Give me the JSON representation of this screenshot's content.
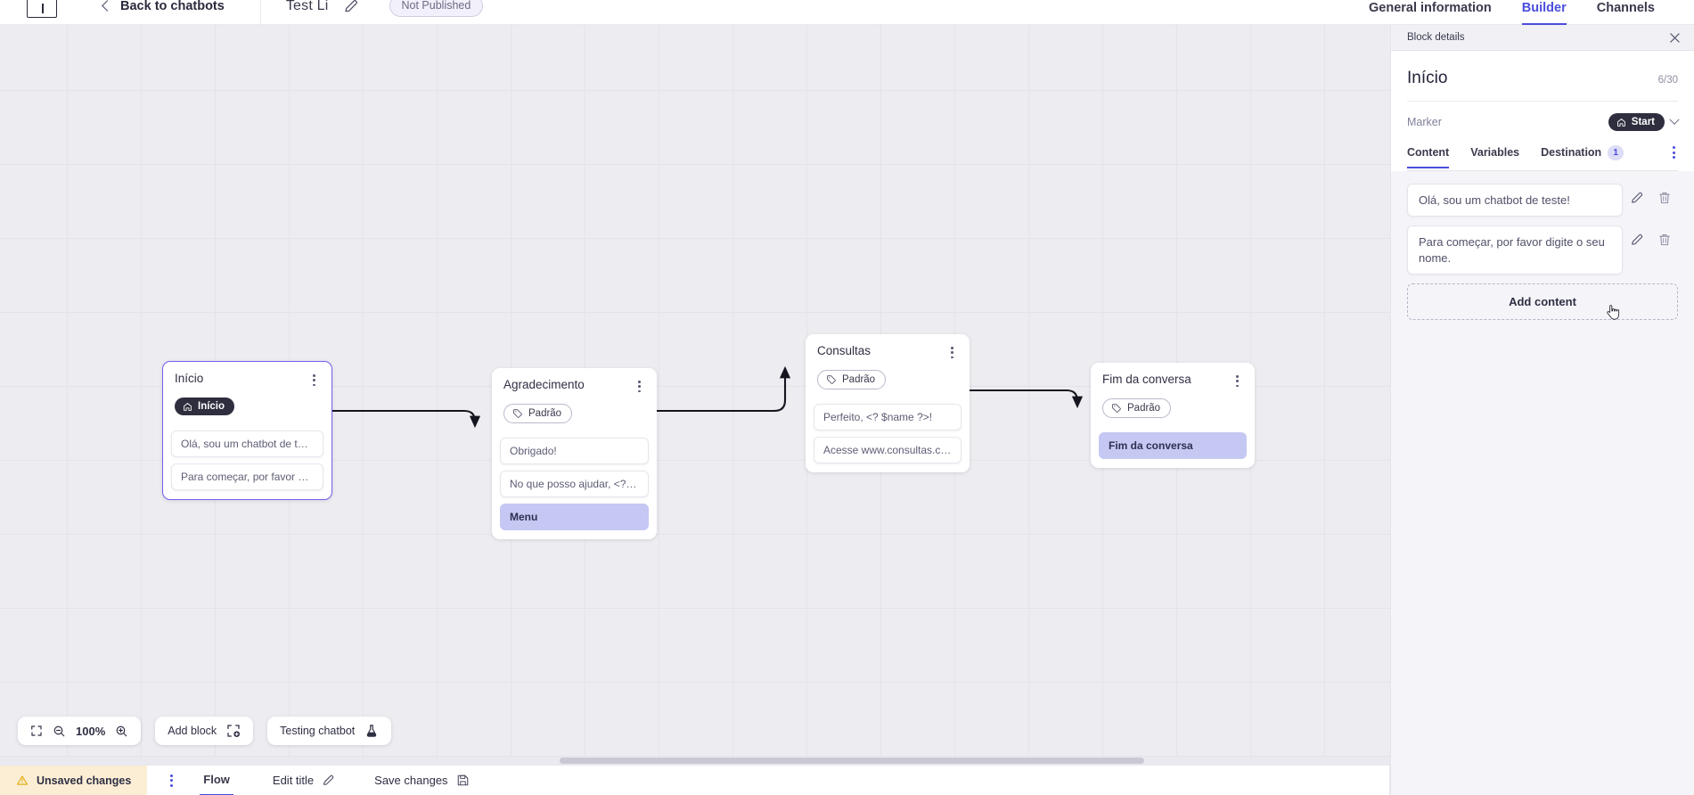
{
  "header": {
    "logo": "flowbuilder-logo",
    "back_label": "Back to chatbots",
    "bot_title": "Test Li",
    "status_badge": "Not Published",
    "tabs": [
      {
        "label": "General information",
        "active": false
      },
      {
        "label": "Builder",
        "active": true
      },
      {
        "label": "Channels",
        "active": false
      }
    ]
  },
  "canvas": {
    "blocks": [
      {
        "id": "inicio",
        "title": "Início",
        "chip": {
          "label": "Início",
          "type": "start",
          "icon": "home-icon"
        },
        "selected": true,
        "messages": [
          {
            "text": "Olá, sou um chatbot de teste!",
            "highlight": false
          },
          {
            "text": "Para começar, por favor digite o ...",
            "highlight": false
          }
        ]
      },
      {
        "id": "agradecimento",
        "title": "Agradecimento",
        "chip": {
          "label": "Padrão",
          "type": "default",
          "icon": "tag-icon"
        },
        "selected": false,
        "messages": [
          {
            "text": "Obrigado!",
            "highlight": false
          },
          {
            "text": "No que posso ajudar, <? $name ...",
            "highlight": false
          },
          {
            "text": "Menu",
            "highlight": true
          }
        ]
      },
      {
        "id": "consultas",
        "title": "Consultas",
        "chip": {
          "label": "Padrão",
          "type": "default",
          "icon": "tag-icon"
        },
        "selected": false,
        "messages": [
          {
            "text": "Perfeito, <? $name ?>!",
            "highlight": false
          },
          {
            "text": "Acesse www.consultas.com par...",
            "highlight": false
          }
        ]
      },
      {
        "id": "fim-da-conversa",
        "title": "Fim da conversa",
        "chip": {
          "label": "Padrão",
          "type": "default",
          "icon": "tag-icon"
        },
        "selected": false,
        "messages": [
          {
            "text": "Fim da conversa",
            "highlight": true
          }
        ]
      }
    ],
    "toolbar": {
      "fit_icon": "fit-screen-icon",
      "zoom_out_icon": "zoom-out-icon",
      "zoom_level": "100%",
      "zoom_in_icon": "zoom-in-icon",
      "add_block_label": "Add block",
      "add_block_icon": "add-block-icon",
      "testing_label": "Testing chatbot",
      "testing_icon": "flask-icon"
    }
  },
  "statusbar": {
    "unsaved_label": "Unsaved changes",
    "unsaved_icon": "warning-triangle-icon",
    "kebab_icon": "more-vertical-icon",
    "flow_tab": "Flow",
    "edit_title_label": "Edit title",
    "edit_title_icon": "pencil-icon",
    "save_label": "Save changes",
    "save_icon": "save-disk-icon"
  },
  "panel": {
    "bar_title": "Block details",
    "close_icon": "close-icon",
    "title": "Início",
    "count": "6/30",
    "marker_label": "Marker",
    "marker_value": "Start",
    "marker_icon": "home-icon",
    "marker_chevron": "chevron-down-icon",
    "tabs": [
      {
        "label": "Content",
        "active": true,
        "badge": null
      },
      {
        "label": "Variables",
        "active": false,
        "badge": null
      },
      {
        "label": "Destination",
        "active": false,
        "badge": "1"
      }
    ],
    "tabs_kebab": "more-vertical-icon",
    "contents": [
      {
        "text": "Olá, sou um chatbot de teste!",
        "edit_icon": "pencil-icon",
        "delete_icon": "trash-icon"
      },
      {
        "text": "Para começar, por favor digite o seu nome.",
        "edit_icon": "pencil-icon",
        "delete_icon": "trash-icon"
      }
    ],
    "add_content_label": "Add content"
  },
  "colors": {
    "accent": "#4b4ddb",
    "selected_border": "#7b5cf0",
    "highlight_msg": "#c5c8f2",
    "warning_bg": "#fbeed5",
    "canvas_bg": "#ededf1",
    "panel_bg": "#f5f5f9",
    "chip_start_bg": "#2e2e3f"
  }
}
